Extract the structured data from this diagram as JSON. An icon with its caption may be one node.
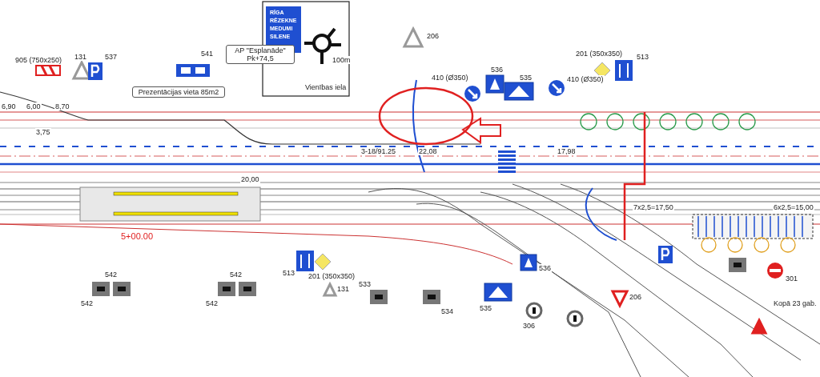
{
  "diagram": {
    "labels": [
      "RĪGA",
      "RĒZEKNE",
      "MEDUMI",
      "SILENE",
      "Vienības iela",
      "100m",
      "905 (750x250)",
      "131",
      "537",
      "541",
      "AP \"Esplanāde\" Pk+74,5",
      "Prezentācijas vieta 85m2",
      "206",
      "410 (Ø350)",
      "536",
      "535",
      "410 (Ø350)",
      "201 (350x350)",
      "513",
      "6,90",
      "6,00",
      "8,70",
      "3,75",
      "3-18/91.25",
      "22,08",
      "17,98",
      "20,00",
      "5+00.00",
      "542",
      "542",
      "542",
      "542",
      "513",
      "201 (350x350)",
      "131",
      "533",
      "534",
      "536",
      "535",
      "306",
      "206",
      "301",
      "7x2,5=17,50",
      "6x2,5=15,00",
      "Kopā 23 gab."
    ]
  }
}
